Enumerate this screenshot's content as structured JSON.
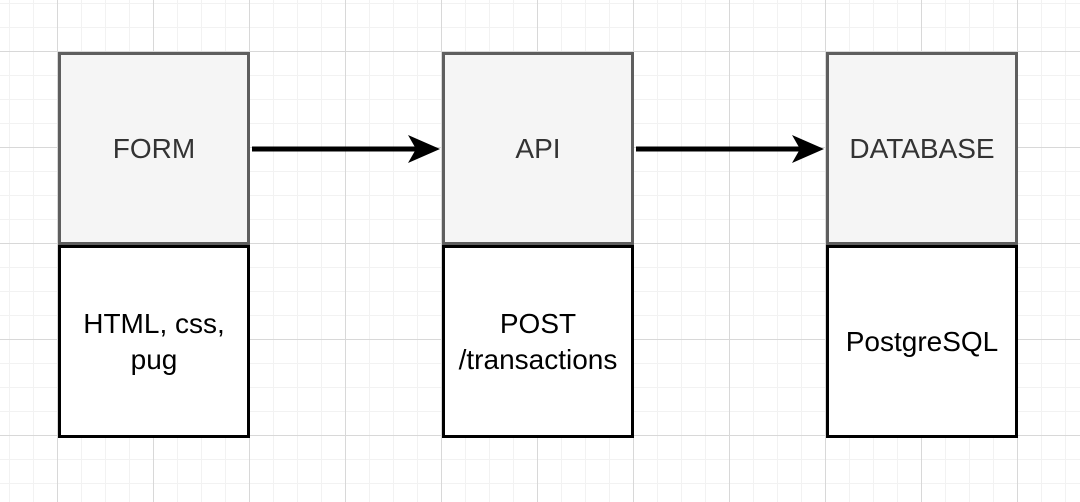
{
  "diagram": {
    "nodes": [
      {
        "id": "form",
        "title": "FORM",
        "body": "HTML, css,\npug"
      },
      {
        "id": "api",
        "title": "API",
        "body": "POST\n/transactions"
      },
      {
        "id": "database",
        "title": "DATABASE",
        "body": "PostgreSQL"
      }
    ],
    "connectors": [
      {
        "from": "form",
        "to": "api"
      },
      {
        "from": "api",
        "to": "database"
      }
    ],
    "colors": {
      "canvas_bg": "#ffffff",
      "grid_minor": "#f2f2f2",
      "grid_major": "#d8d8d8",
      "header_fill": "#f5f5f5",
      "header_stroke": "#5e5e5e",
      "header_text": "#333333",
      "body_fill": "#ffffff",
      "body_stroke": "#000000",
      "body_text": "#000000",
      "arrow": "#000000"
    }
  }
}
